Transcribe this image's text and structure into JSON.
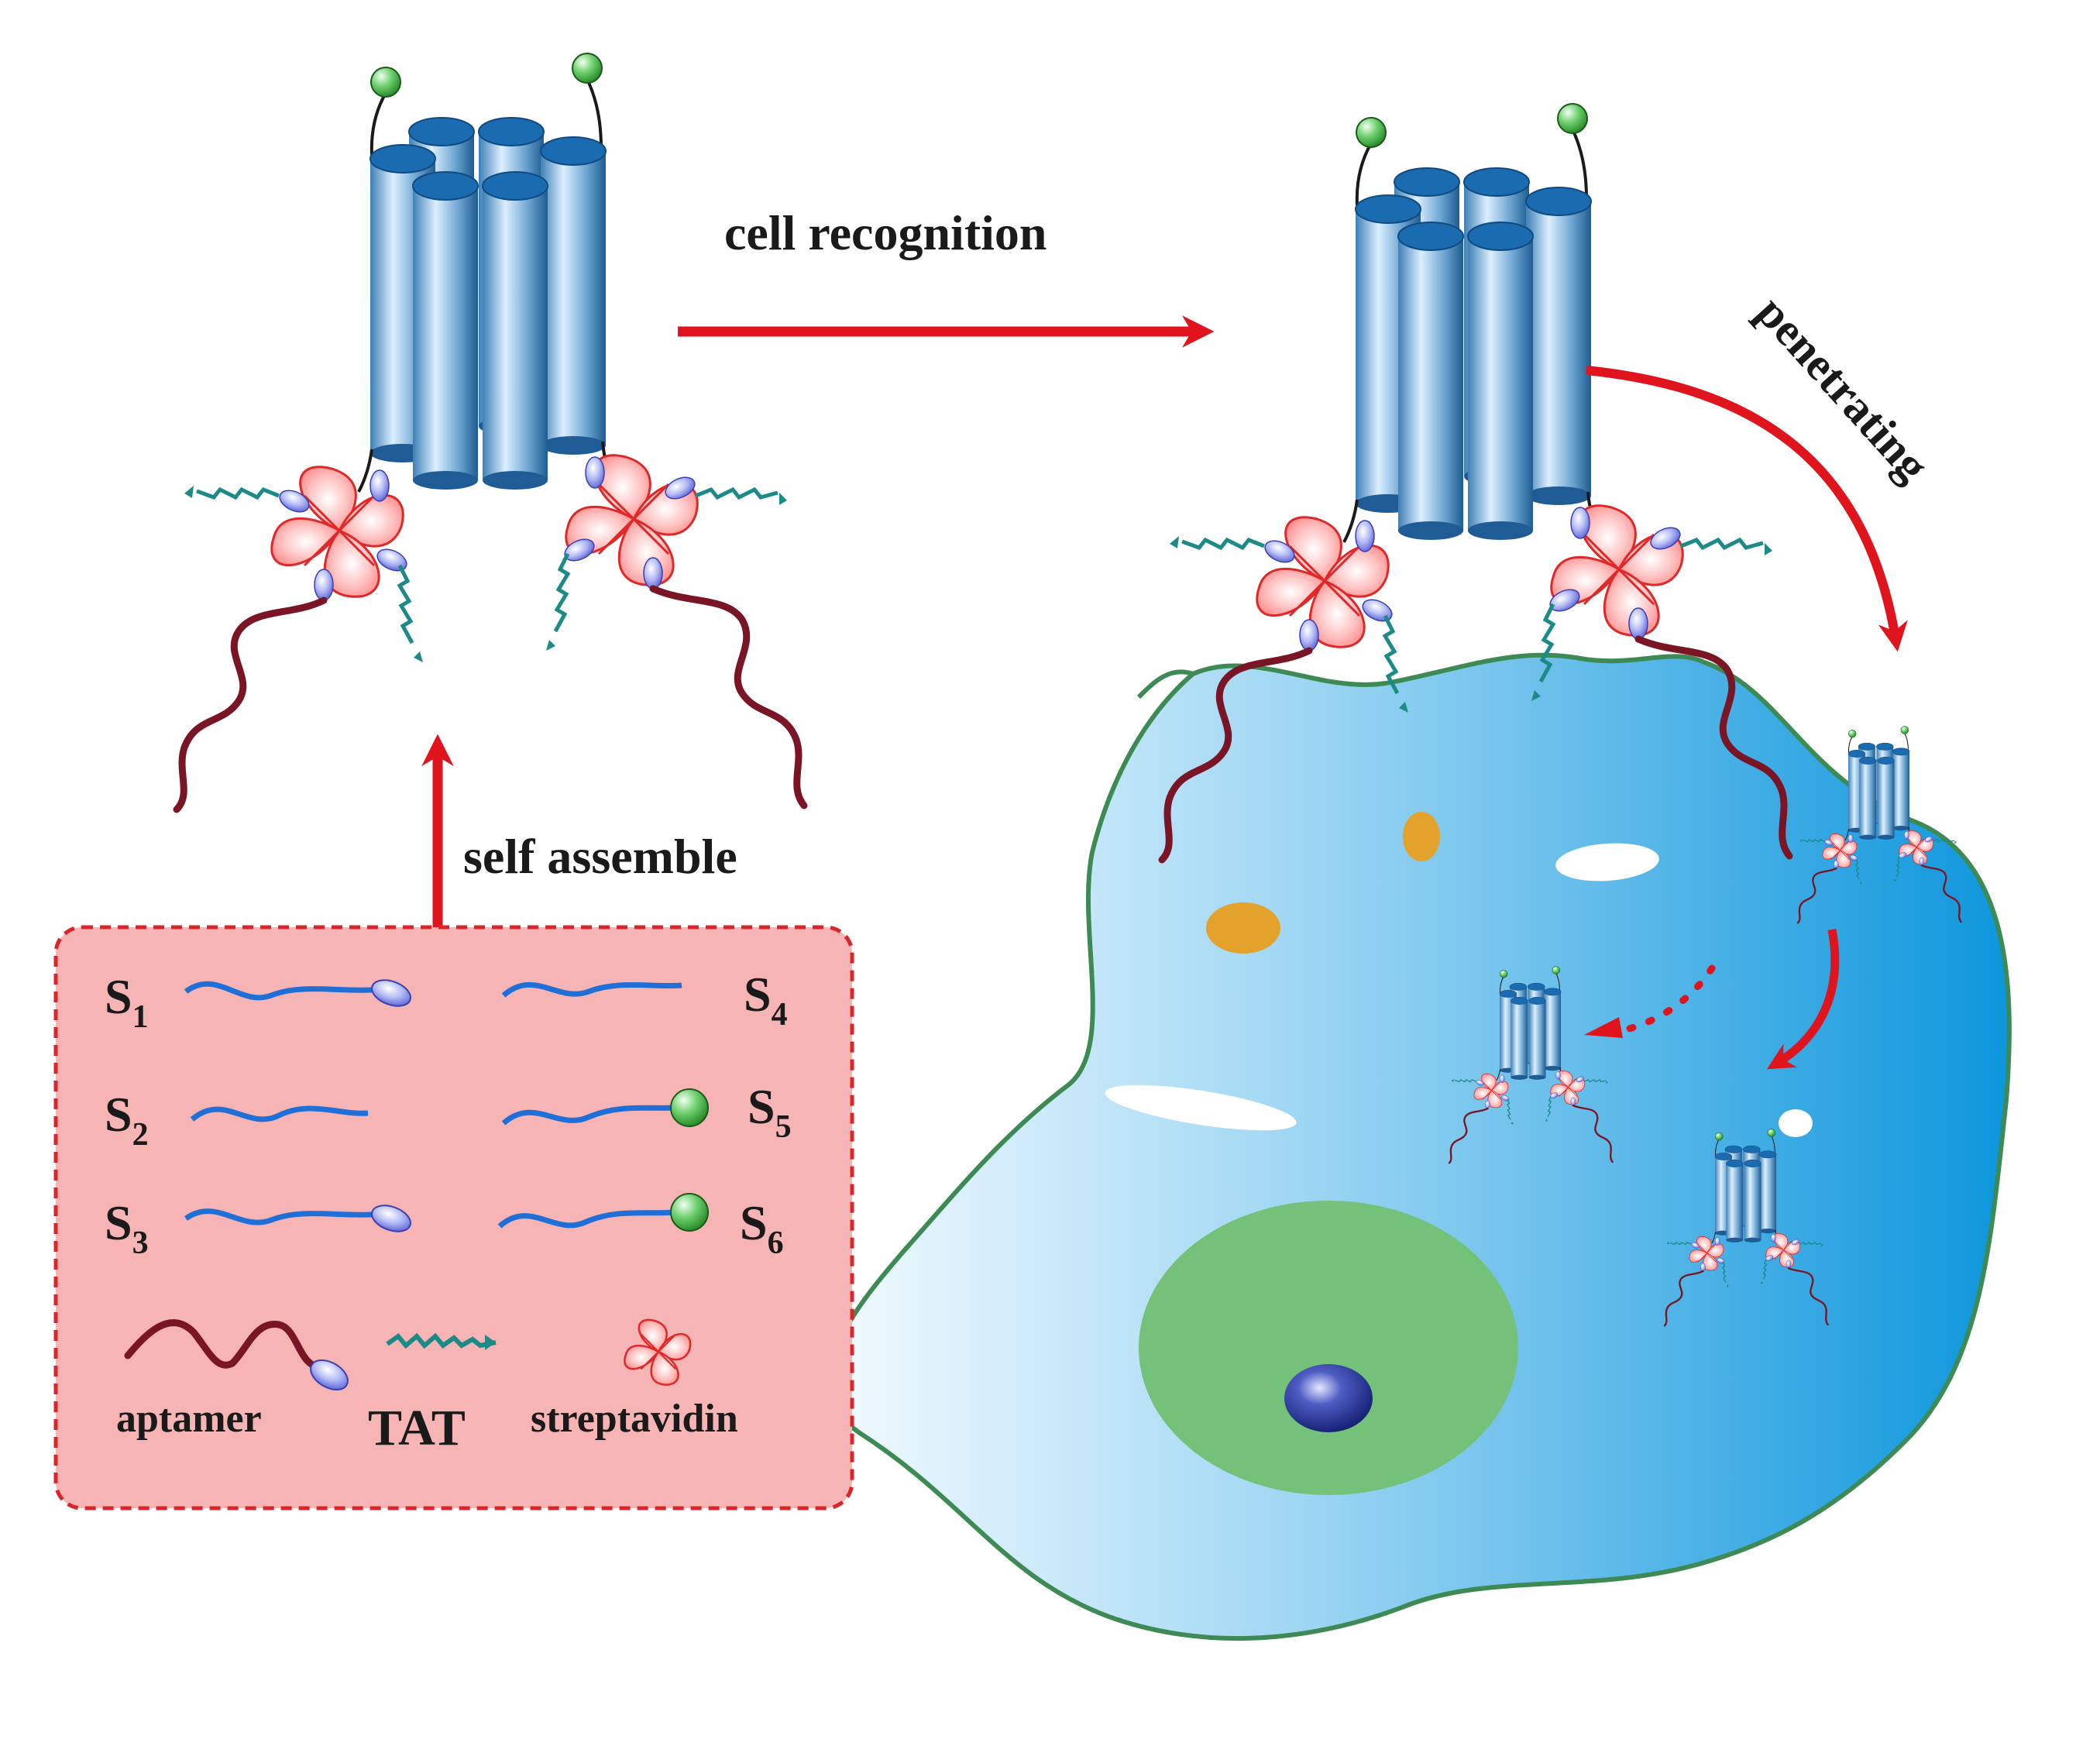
{
  "labels": {
    "cell_recognition": "cell recognition",
    "penetrating": "penetrating",
    "self_assemble": "self assemble"
  },
  "legend": {
    "strands": [
      {
        "letter": "S",
        "sub": "1"
      },
      {
        "letter": "S",
        "sub": "2"
      },
      {
        "letter": "S",
        "sub": "3"
      },
      {
        "letter": "S",
        "sub": "4"
      },
      {
        "letter": "S",
        "sub": "5"
      },
      {
        "letter": "S",
        "sub": "6"
      }
    ],
    "aptamer": "aptamer",
    "tat": "TAT",
    "streptavidin": "streptavidin"
  },
  "colors": {
    "arrow": "#e0141c",
    "strand": "#1f6fd8",
    "aptamer": "#7a1526",
    "tat": "#1c8a86",
    "biotin": "#2e9a2e",
    "streptavidin": "#e02828",
    "cell_fill_start": "#e6f5fc",
    "cell_fill_end": "#0d96dc",
    "cell_border": "#3d8a55",
    "nucleus": "#74c17a",
    "nucleolus": "#1a2a8c",
    "legend_box": "#f7b4b4",
    "legend_border": "#d9262b",
    "vesicle": "#e3a22c"
  }
}
